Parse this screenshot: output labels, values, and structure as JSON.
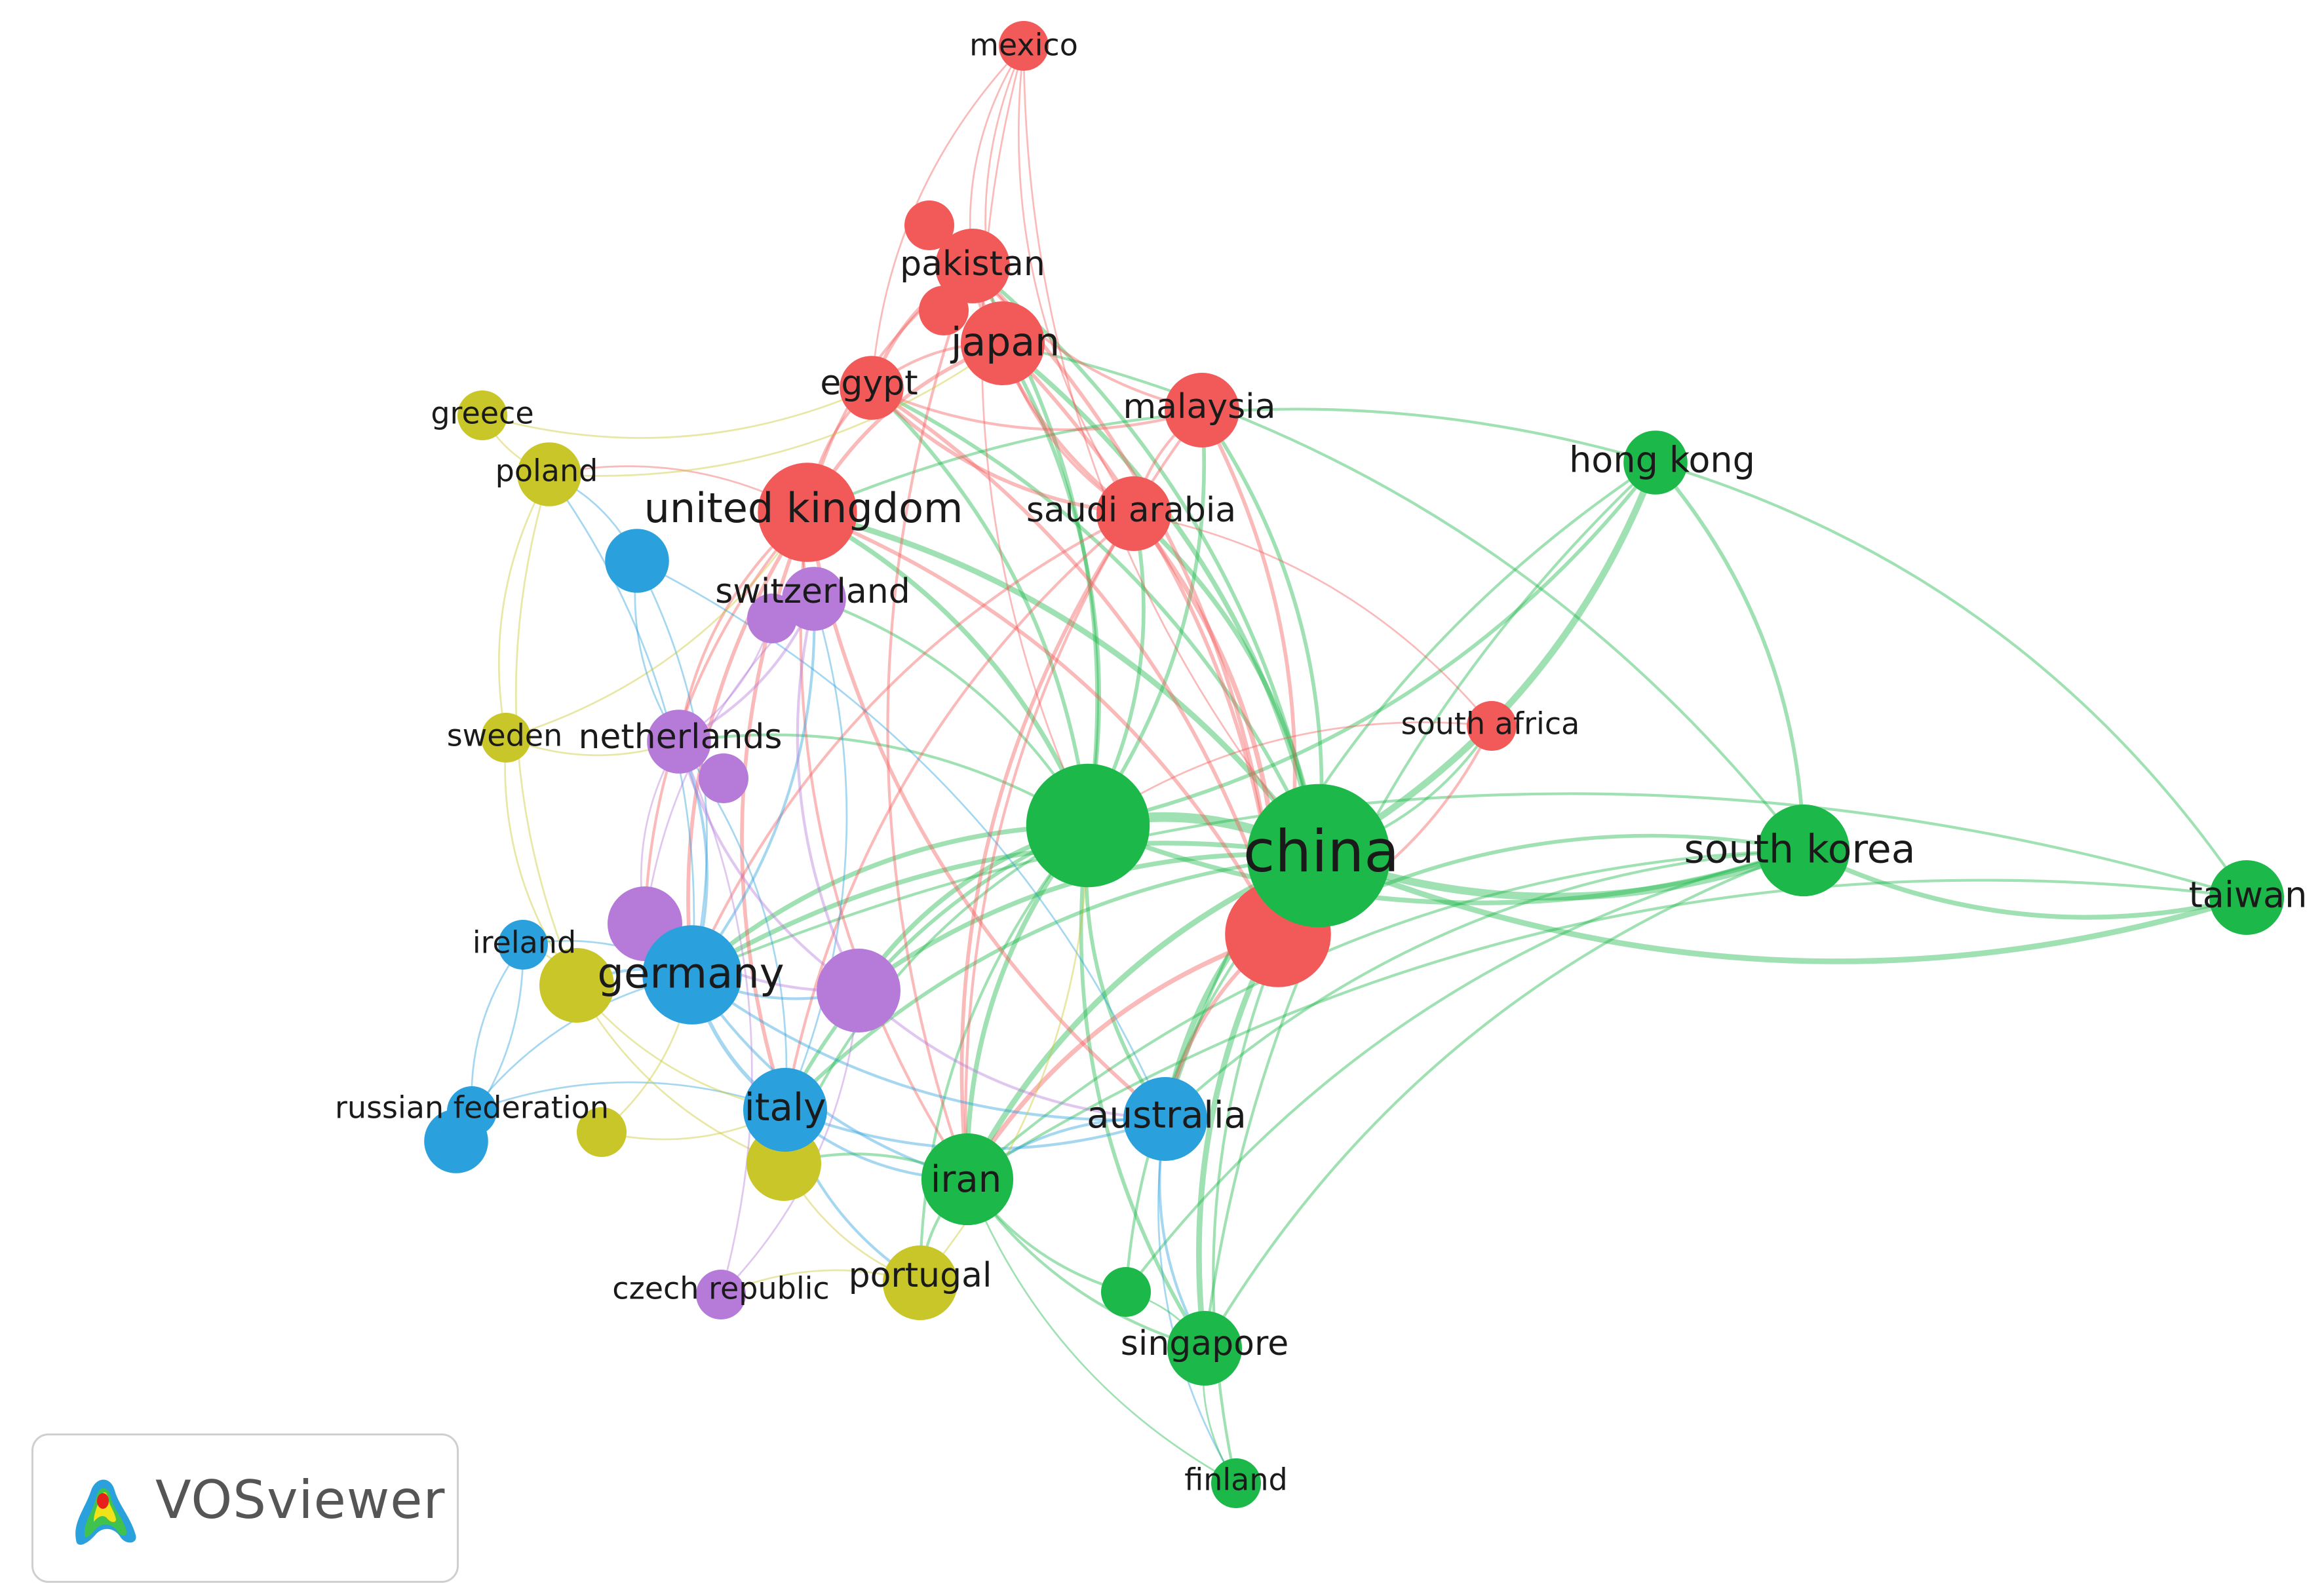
{
  "clusters": {
    "red": "#f25a5a",
    "green": "#1cb84a",
    "blue": "#2aa0dd",
    "yellow": "#c9c62a",
    "purple": "#b67ad8"
  },
  "nodes": [
    {
      "id": "mexico",
      "label": "mexico",
      "cluster": "red",
      "weight": 1
    },
    {
      "id": "red_small_a",
      "label": "",
      "cluster": "red",
      "weight": 1
    },
    {
      "id": "pakistan",
      "label": "pakistan",
      "cluster": "red",
      "weight": 3
    },
    {
      "id": "red_small_b",
      "label": "",
      "cluster": "red",
      "weight": 1
    },
    {
      "id": "japan",
      "label": "japan",
      "cluster": "red",
      "weight": 4
    },
    {
      "id": "egypt",
      "label": "egypt",
      "cluster": "red",
      "weight": 2
    },
    {
      "id": "malaysia",
      "label": "malaysia",
      "cluster": "red",
      "weight": 3
    },
    {
      "id": "saudi_arabia",
      "label": "saudi arabia",
      "cluster": "red",
      "weight": 3
    },
    {
      "id": "united_kingdom",
      "label": "united kingdom",
      "cluster": "red",
      "weight": 6
    },
    {
      "id": "south_africa",
      "label": "south africa",
      "cluster": "red",
      "weight": 1
    },
    {
      "id": "red_large",
      "label": "",
      "cluster": "red",
      "weight": 7
    },
    {
      "id": "china",
      "label": "china",
      "cluster": "green",
      "weight": 14
    },
    {
      "id": "green_large",
      "label": "",
      "cluster": "green",
      "weight": 10
    },
    {
      "id": "hong_kong",
      "label": "hong kong",
      "cluster": "green",
      "weight": 2
    },
    {
      "id": "south_korea",
      "label": "south korea",
      "cluster": "green",
      "weight": 5
    },
    {
      "id": "taiwan",
      "label": "taiwan",
      "cluster": "green",
      "weight": 3
    },
    {
      "id": "iran",
      "label": "iran",
      "cluster": "green",
      "weight": 5
    },
    {
      "id": "singapore",
      "label": "singapore",
      "cluster": "green",
      "weight": 3
    },
    {
      "id": "green_small",
      "label": "",
      "cluster": "green",
      "weight": 1
    },
    {
      "id": "finland",
      "label": "finland",
      "cluster": "green",
      "weight": 1
    },
    {
      "id": "germany",
      "label": "germany",
      "cluster": "blue",
      "weight": 6
    },
    {
      "id": "italy",
      "label": "italy",
      "cluster": "blue",
      "weight": 4
    },
    {
      "id": "australia",
      "label": "australia",
      "cluster": "blue",
      "weight": 4
    },
    {
      "id": "ireland",
      "label": "ireland",
      "cluster": "blue",
      "weight": 1
    },
    {
      "id": "russian_federation",
      "label": "russian federation",
      "cluster": "blue",
      "weight": 1
    },
    {
      "id": "blue_small_a",
      "label": "",
      "cluster": "blue",
      "weight": 2
    },
    {
      "id": "blue_small_b",
      "label": "",
      "cluster": "blue",
      "weight": 2
    },
    {
      "id": "greece",
      "label": "greece",
      "cluster": "yellow",
      "weight": 1
    },
    {
      "id": "poland",
      "label": "poland",
      "cluster": "yellow",
      "weight": 2
    },
    {
      "id": "sweden",
      "label": "sweden",
      "cluster": "yellow",
      "weight": 1
    },
    {
      "id": "portugal",
      "label": "portugal",
      "cluster": "yellow",
      "weight": 3
    },
    {
      "id": "yellow_a",
      "label": "",
      "cluster": "yellow",
      "weight": 3
    },
    {
      "id": "yellow_b",
      "label": "",
      "cluster": "yellow",
      "weight": 3
    },
    {
      "id": "yellow_c",
      "label": "",
      "cluster": "yellow",
      "weight": 1
    },
    {
      "id": "switzerland",
      "label": "switzerland",
      "cluster": "purple",
      "weight": 2
    },
    {
      "id": "netherlands",
      "label": "netherlands",
      "cluster": "purple",
      "weight": 2
    },
    {
      "id": "czech_republic",
      "label": "czech republic",
      "cluster": "purple",
      "weight": 1
    },
    {
      "id": "purple_a",
      "label": "",
      "cluster": "purple",
      "weight": 1
    },
    {
      "id": "purple_b",
      "label": "",
      "cluster": "purple",
      "weight": 1
    },
    {
      "id": "purple_c",
      "label": "",
      "cluster": "purple",
      "weight": 3
    },
    {
      "id": "purple_d",
      "label": "",
      "cluster": "purple",
      "weight": 4
    }
  ],
  "links": [
    [
      "china",
      "green_large",
      9
    ],
    [
      "china",
      "south_korea",
      7
    ],
    [
      "china",
      "hong_kong",
      6
    ],
    [
      "china",
      "taiwan",
      5
    ],
    [
      "china",
      "red_large",
      6
    ],
    [
      "china",
      "iran",
      5
    ],
    [
      "china",
      "australia",
      5
    ],
    [
      "china",
      "singapore",
      5
    ],
    [
      "china",
      "united_kingdom",
      5
    ],
    [
      "china",
      "japan",
      4
    ],
    [
      "china",
      "saudi_arabia",
      4
    ],
    [
      "china",
      "pakistan",
      3
    ],
    [
      "china",
      "malaysia",
      3
    ],
    [
      "china",
      "germany",
      4
    ],
    [
      "china",
      "italy",
      3
    ],
    [
      "china",
      "south_africa",
      2
    ],
    [
      "china",
      "egypt",
      3
    ],
    [
      "china",
      "purple_d",
      4
    ],
    [
      "china",
      "finland",
      2
    ],
    [
      "china",
      "green_small",
      2
    ],
    [
      "green_large",
      "united_kingdom",
      4
    ],
    [
      "green_large",
      "germany",
      4
    ],
    [
      "green_large",
      "italy",
      3
    ],
    [
      "green_large",
      "iran",
      4
    ],
    [
      "green_large",
      "hong_kong",
      3
    ],
    [
      "green_large",
      "south_korea",
      4
    ],
    [
      "green_large",
      "saudi_arabia",
      3
    ],
    [
      "green_large",
      "australia",
      3
    ],
    [
      "green_large",
      "japan",
      3
    ],
    [
      "green_large",
      "pakistan",
      3
    ],
    [
      "green_large",
      "egypt",
      3
    ],
    [
      "green_large",
      "malaysia",
      3
    ],
    [
      "green_large",
      "portugal",
      2
    ],
    [
      "green_large",
      "netherlands",
      2
    ],
    [
      "green_large",
      "switzerland",
      2
    ],
    [
      "green_large",
      "purple_d",
      4
    ],
    [
      "green_large",
      "singapore",
      3
    ],
    [
      "green_large",
      "yellow_b",
      2
    ],
    [
      "south_korea",
      "taiwan",
      4
    ],
    [
      "south_korea",
      "hong_kong",
      3
    ],
    [
      "south_korea",
      "red_large",
      3
    ],
    [
      "south_korea",
      "iran",
      2
    ],
    [
      "south_korea",
      "australia",
      2
    ],
    [
      "south_korea",
      "singapore",
      2
    ],
    [
      "south_korea",
      "japan",
      2
    ],
    [
      "south_korea",
      "green_small",
      2
    ],
    [
      "taiwan",
      "hong_kong",
      2
    ],
    [
      "taiwan",
      "iran",
      2
    ],
    [
      "taiwan",
      "germany",
      2
    ],
    [
      "hong_kong",
      "australia",
      2
    ],
    [
      "hong_kong",
      "singapore",
      2
    ],
    [
      "hong_kong",
      "united_kingdom",
      2
    ],
    [
      "red_large",
      "saudi_arabia",
      4
    ],
    [
      "red_large",
      "iran",
      4
    ],
    [
      "red_large",
      "egypt",
      3
    ],
    [
      "red_large",
      "pakistan",
      3
    ],
    [
      "red_large",
      "malaysia",
      3
    ],
    [
      "red_large",
      "united_kingdom",
      3
    ],
    [
      "red_large",
      "australia",
      3
    ],
    [
      "red_large",
      "south_africa",
      2
    ],
    [
      "red_large",
      "japan",
      3
    ],
    [
      "mexico",
      "pakistan",
      1
    ],
    [
      "mexico",
      "japan",
      1
    ],
    [
      "mexico",
      "egypt",
      1
    ],
    [
      "mexico",
      "china",
      1
    ],
    [
      "mexico",
      "green_large",
      1
    ],
    [
      "mexico",
      "saudi_arabia",
      1
    ],
    [
      "pakistan",
      "saudi_arabia",
      3
    ],
    [
      "pakistan",
      "egypt",
      3
    ],
    [
      "pakistan",
      "malaysia",
      2
    ],
    [
      "pakistan",
      "united_kingdom",
      2
    ],
    [
      "pakistan",
      "japan",
      2
    ],
    [
      "pakistan",
      "iran",
      2
    ],
    [
      "japan",
      "saudi_arabia",
      2
    ],
    [
      "japan",
      "united_kingdom",
      3
    ],
    [
      "japan",
      "egypt",
      2
    ],
    [
      "egypt",
      "saudi_arabia",
      3
    ],
    [
      "egypt",
      "united_kingdom",
      2
    ],
    [
      "egypt",
      "malaysia",
      2
    ],
    [
      "malaysia",
      "saudi_arabia",
      2
    ],
    [
      "malaysia",
      "iran",
      2
    ],
    [
      "united_kingdom",
      "germany",
      3
    ],
    [
      "united_kingdom",
      "italy",
      3
    ],
    [
      "united_kingdom",
      "australia",
      3
    ],
    [
      "united_kingdom",
      "netherlands",
      2
    ],
    [
      "united_kingdom",
      "switzerland",
      2
    ],
    [
      "united_kingdom",
      "poland",
      1
    ],
    [
      "united_kingdom",
      "purple_c",
      2
    ],
    [
      "united_kingdom",
      "iran",
      2
    ],
    [
      "saudi_arabia",
      "iran",
      3
    ],
    [
      "saudi_arabia",
      "italy",
      2
    ],
    [
      "saudi_arabia",
      "germany",
      2
    ],
    [
      "germany",
      "italy",
      3
    ],
    [
      "germany",
      "netherlands",
      2
    ],
    [
      "germany",
      "switzerland",
      2
    ],
    [
      "germany",
      "ireland",
      1
    ],
    [
      "germany",
      "russian_federation",
      1
    ],
    [
      "germany",
      "poland",
      1
    ],
    [
      "germany",
      "australia",
      2
    ],
    [
      "germany",
      "iran",
      2
    ],
    [
      "germany",
      "purple_d",
      2
    ],
    [
      "germany",
      "yellow_a",
      2
    ],
    [
      "germany",
      "blue_small_a",
      1
    ],
    [
      "italy",
      "iran",
      2
    ],
    [
      "italy",
      "portugal",
      2
    ],
    [
      "italy",
      "australia",
      2
    ],
    [
      "italy",
      "yellow_b",
      2
    ],
    [
      "italy",
      "russian_federation",
      1
    ],
    [
      "italy",
      "netherlands",
      1
    ],
    [
      "italy",
      "switzerland",
      1
    ],
    [
      "australia",
      "iran",
      2
    ],
    [
      "australia",
      "singapore",
      2
    ],
    [
      "australia",
      "finland",
      1
    ],
    [
      "australia",
      "blue_small_a",
      1
    ],
    [
      "iran",
      "portugal",
      2
    ],
    [
      "iran",
      "singapore",
      2
    ],
    [
      "iran",
      "finland",
      1
    ],
    [
      "iran",
      "green_small",
      2
    ],
    [
      "iran",
      "yellow_b",
      2
    ],
    [
      "singapore",
      "finland",
      1
    ],
    [
      "singapore",
      "green_small",
      1
    ],
    [
      "greece",
      "poland",
      1
    ],
    [
      "greece",
      "egypt",
      1
    ],
    [
      "poland",
      "sweden",
      1
    ],
    [
      "poland",
      "yellow_a",
      1
    ],
    [
      "poland",
      "japan",
      1
    ],
    [
      "sweden",
      "netherlands",
      1
    ],
    [
      "sweden",
      "yellow_a",
      1
    ],
    [
      "sweden",
      "united_kingdom",
      1
    ],
    [
      "yellow_a",
      "ireland",
      1
    ],
    [
      "yellow_a",
      "italy",
      1
    ],
    [
      "yellow_a",
      "yellow_b",
      1
    ],
    [
      "yellow_b",
      "portugal",
      1
    ],
    [
      "yellow_c",
      "italy",
      1
    ],
    [
      "yellow_c",
      "germany",
      1
    ],
    [
      "portugal",
      "czech_republic",
      1
    ],
    [
      "portugal",
      "green_large",
      1
    ],
    [
      "czech_republic",
      "purple_d",
      1
    ],
    [
      "czech_republic",
      "netherlands",
      1
    ],
    [
      "netherlands",
      "switzerland",
      2
    ],
    [
      "netherlands",
      "purple_a",
      1
    ],
    [
      "netherlands",
      "purple_b",
      1
    ],
    [
      "netherlands",
      "purple_c",
      1
    ],
    [
      "netherlands",
      "purple_d",
      2
    ],
    [
      "switzerland",
      "purple_a",
      1
    ],
    [
      "switzerland",
      "purple_d",
      2
    ],
    [
      "switzerland",
      "purple_c",
      1
    ],
    [
      "purple_c",
      "purple_d",
      2
    ],
    [
      "purple_d",
      "australia",
      2
    ],
    [
      "blue_small_a",
      "netherlands",
      1
    ],
    [
      "blue_small_a",
      "poland",
      1
    ],
    [
      "blue_small_b",
      "russian_federation",
      1
    ],
    [
      "blue_small_b",
      "ireland",
      1
    ],
    [
      "ireland",
      "russian_federation",
      1
    ],
    [
      "south_africa",
      "saudi_arabia",
      1
    ],
    [
      "south_africa",
      "green_large",
      1
    ]
  ],
  "logo": {
    "text": "VOSviewer"
  }
}
